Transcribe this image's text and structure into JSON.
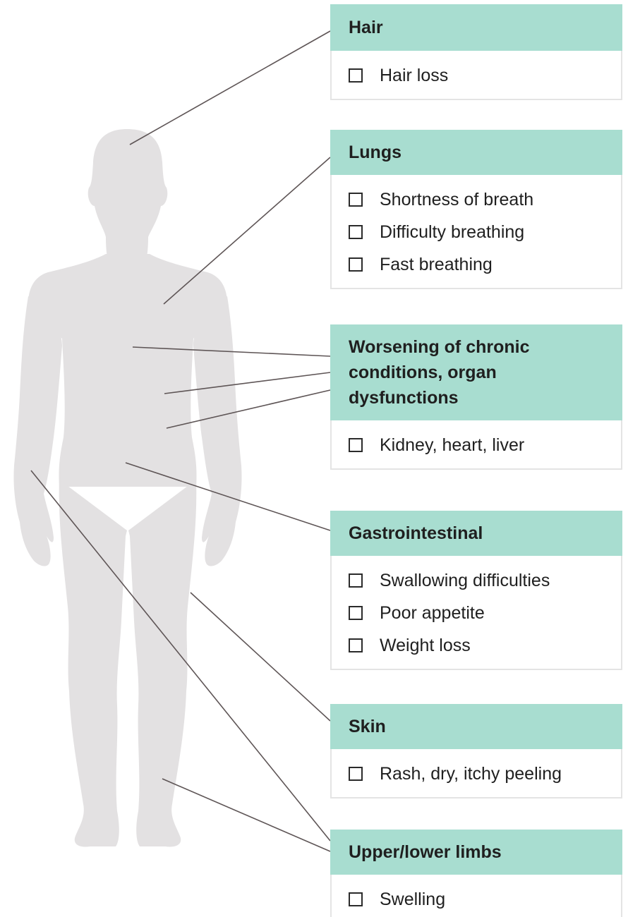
{
  "colors": {
    "header_bg": "#a8ddd0",
    "silhouette": "#e3e1e2",
    "connector": "#5e5556",
    "panel_border": "#e4e4e4"
  },
  "panels": [
    {
      "id": "hair",
      "title": "Hair",
      "items": [
        "Hair loss"
      ]
    },
    {
      "id": "lungs",
      "title": "Lungs",
      "items": [
        "Shortness of breath",
        "Difficulty breathing",
        "Fast breathing"
      ]
    },
    {
      "id": "chronic",
      "title": "Worsening of chronic conditions, organ dysfunctions",
      "items": [
        "Kidney, heart, liver"
      ]
    },
    {
      "id": "gastrointestinal",
      "title": "Gastrointestinal",
      "items": [
        "Swallowing difficulties",
        "Poor appetite",
        "Weight loss"
      ]
    },
    {
      "id": "skin",
      "title": "Skin",
      "items": [
        "Rash, dry, itchy peeling"
      ]
    },
    {
      "id": "limbs",
      "title": "Upper/lower limbs",
      "items": [
        "Swelling"
      ]
    }
  ]
}
